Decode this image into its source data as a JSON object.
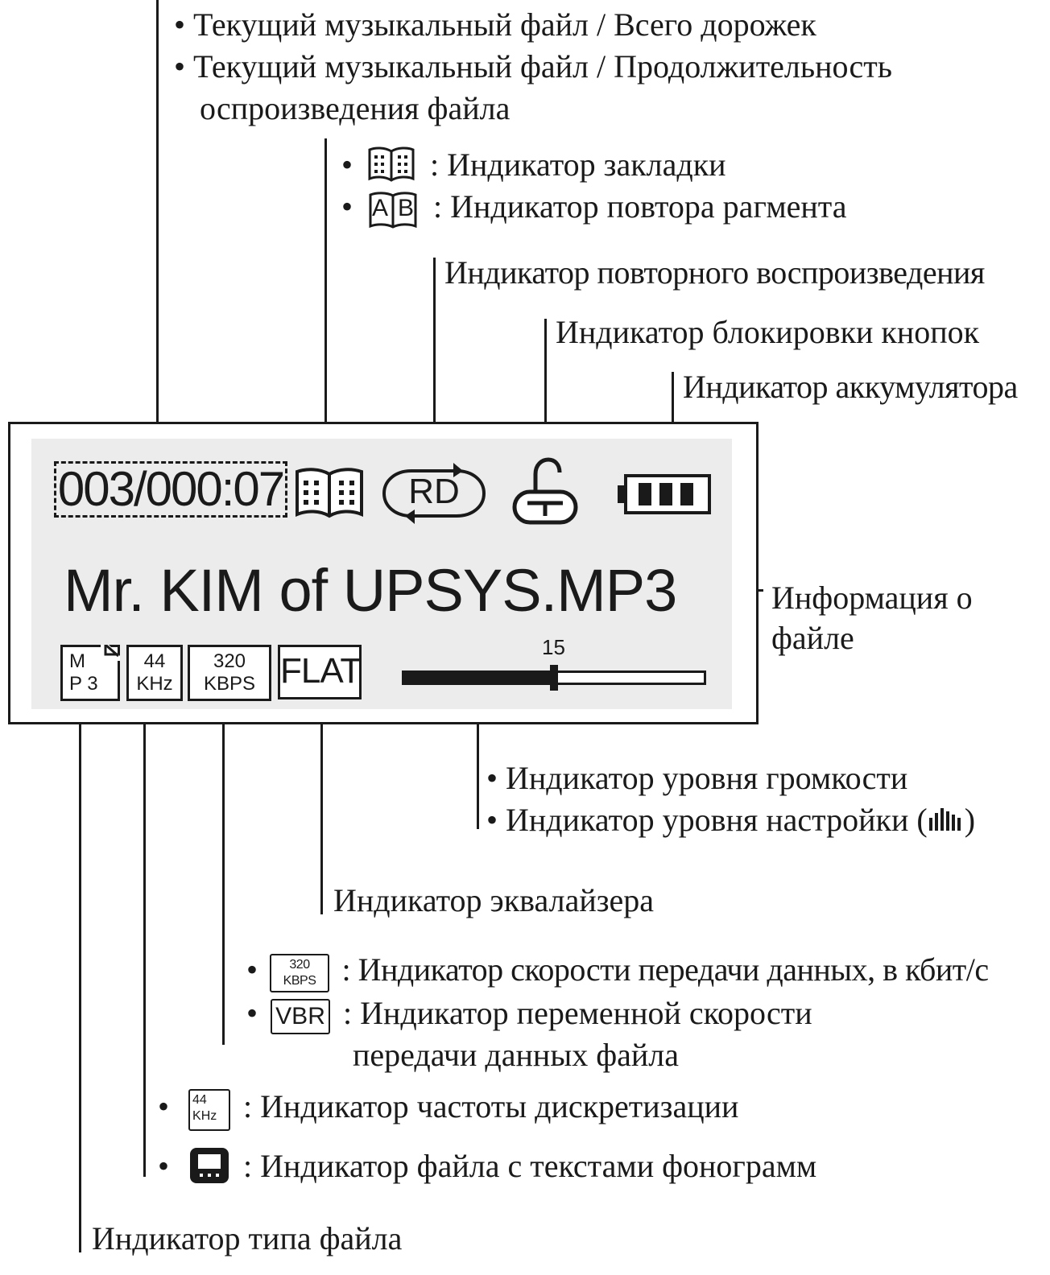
{
  "labels": {
    "track_count": "Текущий музыкальный файл / Всего дорожек",
    "track_time_1": "Текущий музыкальный файл / Продолжительность",
    "track_time_2": "оспроизведения файла",
    "bookmark": ": Индикатор закладки",
    "ab_repeat": ": Индикатор повтора рагмента",
    "repeat_play": "Индикатор повторного воспроизведения",
    "key_lock": "Индикатор блокировки кнопок",
    "battery": "Индикатор аккумулятора",
    "file_info_1": "Информация о",
    "file_info_2": "файле",
    "volume_level": "Индикатор уровня громкости",
    "tuning_level": "Индикатор уровня настройки (",
    "tuning_level_end": ")",
    "equalizer": "Индикатор эквалайзера",
    "bitrate": ": Индикатор скорости передачи данных, в кбит/с",
    "vbr_1": ": Индикатор переменной скорости",
    "vbr_2": "передачи данных файла",
    "sampling_rate": ": Индикатор частоты дискретизации",
    "lyrics_file": ": Индикатор файла с текстами фонограмм",
    "file_type": "Индикатор типа файла"
  },
  "display": {
    "counter": "003/000:07",
    "repeat_mode": "RD",
    "filename": "Mr. KIM of UPSYS.MP3",
    "filetype_line1": "M",
    "filetype_line2": "P 3",
    "sample_rate_value": "44",
    "sample_rate_unit": "KHz",
    "bitrate_value": "320",
    "bitrate_unit": "KBPS",
    "eq_mode": "FLAT",
    "volume_value": "15",
    "volume_max": 30,
    "battery_bars": 3
  },
  "legend_icons": {
    "ab_a": "A",
    "ab_b": "B",
    "bitrate_value": "320",
    "bitrate_unit": "KBPS",
    "vbr": "VBR",
    "sample_value": "44",
    "sample_unit": "KHz"
  },
  "icons": [
    "bookmark-icon",
    "ab-repeat-icon",
    "repeat-arrows-icon",
    "lock-icon",
    "battery-icon",
    "lyrics-icon",
    "tuning-bars-icon"
  ]
}
